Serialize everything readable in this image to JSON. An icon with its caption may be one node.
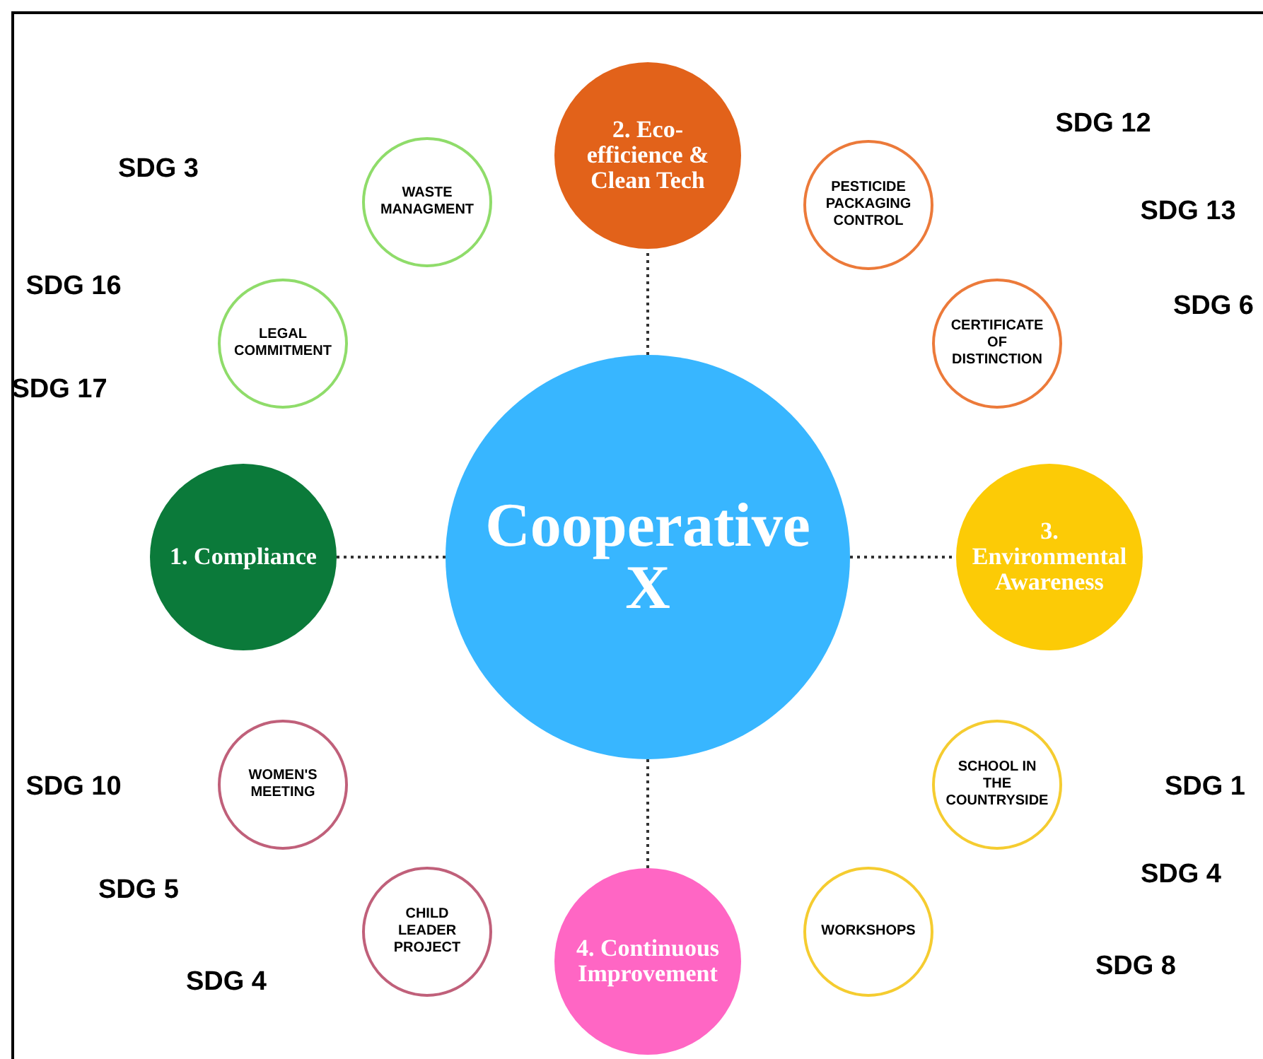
{
  "diagram": {
    "nodes": [
      {
        "text": [
          "Cooperative X"
        ]
      },
      {
        "text": [
          "1. Compliance"
        ]
      },
      {
        "text": [
          "2. Eco-efficience & Clean Tech"
        ]
      },
      {
        "text": [
          "3. Environmental Awareness"
        ]
      },
      {
        "text": [
          "4. Continuous Improvement"
        ]
      },
      {
        "text": [
          "WASTE MANAGMENT"
        ]
      },
      {
        "text": [
          "LEGAL COMMITMENT"
        ]
      },
      {
        "text": [
          "PESTICIDE PACKAGING CONTROL"
        ]
      },
      {
        "text": [
          "CERTIFICATE OF DISTINCTION"
        ]
      },
      {
        "text": [
          "WOMEN'S MEETING"
        ]
      },
      {
        "text": [
          "CHILD LEADER PROJECT"
        ]
      },
      {
        "text": [
          "SCHOOL IN THE COUNTRYSIDE"
        ]
      },
      {
        "text": [
          "WORKSHOPS"
        ]
      }
    ],
    "edges": [
      {
        "from": 0,
        "to": 1,
        "arrow": "none",
        "style": "dashed"
      },
      {
        "from": 0,
        "to": 2,
        "arrow": "none",
        "style": "dashed"
      },
      {
        "from": 0,
        "to": 3,
        "arrow": "none",
        "style": "dashed"
      },
      {
        "from": 0,
        "to": 4,
        "arrow": "none",
        "style": "dashed"
      }
    ],
    "labels": [
      "SDG 12",
      "SDG 3",
      "SDG 13",
      "SDG 16",
      "SDG 6",
      "SDG 17",
      "SDG 10",
      "SDG 1",
      "SDG 4",
      "SDG 5",
      "SDG 8",
      "SDG 4"
    ]
  }
}
